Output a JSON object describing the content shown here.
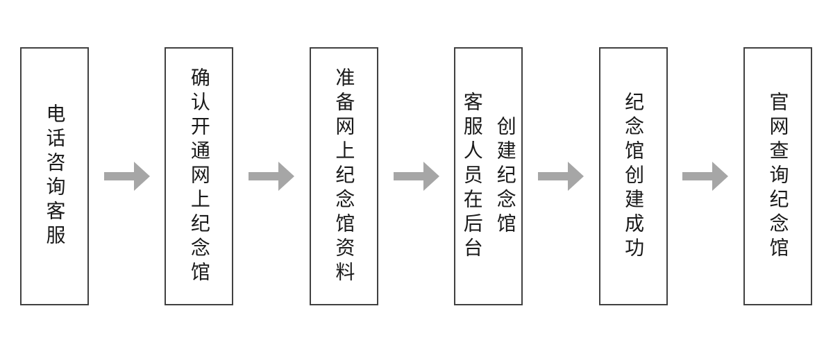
{
  "flow": {
    "type": "flowchart",
    "direction": "left-to-right",
    "steps": [
      {
        "label": "电话咨询客服"
      },
      {
        "label": "确认开通网上纪念馆"
      },
      {
        "label": "准备网上纪念馆资料"
      },
      {
        "label": "客服人员在后台\n创建纪念馆"
      },
      {
        "label": "纪念馆创建成功"
      },
      {
        "label": "官网查询纪念馆"
      }
    ],
    "connector": {
      "icon": "right-arrow",
      "color": "#a6a6a6"
    }
  },
  "theme": {
    "background": "#ffffff",
    "box_border": "#404040",
    "text": "#1a1a1a",
    "arrow": "#a6a6a6"
  }
}
